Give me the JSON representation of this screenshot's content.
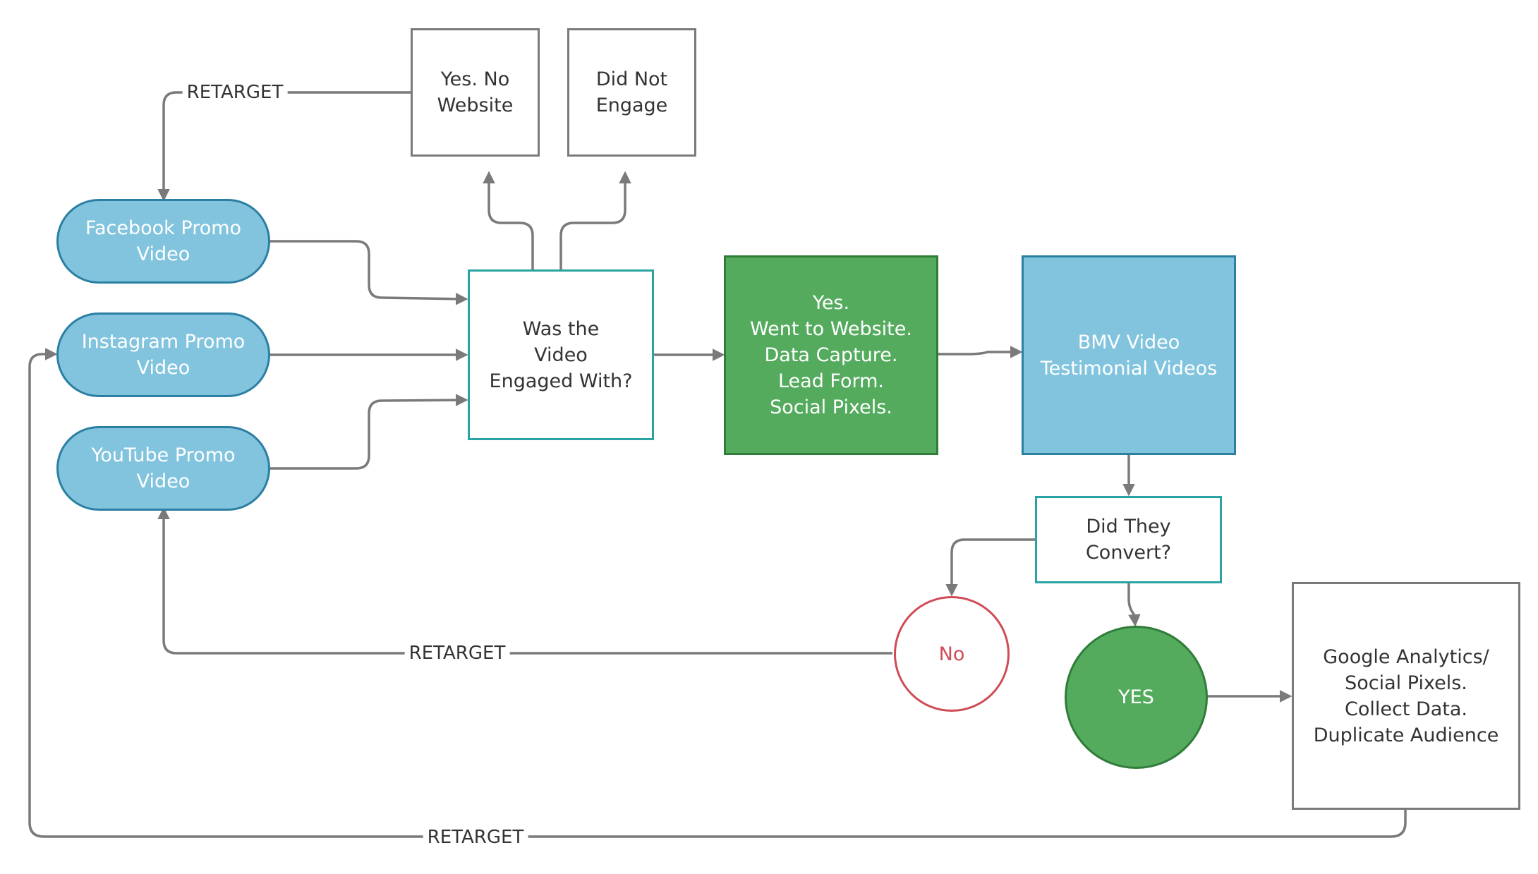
{
  "nodes": {
    "facebook": "Facebook Promo\nVideo",
    "instagram": "Instagram Promo\nVideo",
    "youtube": "YouTube Promo\nVideo",
    "yes_no_website": "Yes. No\nWebsite",
    "did_not_engage": "Did Not\nEngage",
    "engaged_question": "Was the\nVideo\nEngaged With?",
    "went_to_website": "Yes.\nWent to Website.\nData Capture.\nLead Form.\nSocial Pixels.",
    "testimonial": "BMV Video\nTestimonial Videos",
    "converted_question": "Did They\nConvert?",
    "no": "No",
    "yes": "YES",
    "analytics": "Google Analytics/\nSocial Pixels.\nCollect Data.\nDuplicate Audience"
  },
  "edge_labels": {
    "retarget_top": "RETARGET",
    "retarget_middle": "RETARGET",
    "retarget_bottom": "RETARGET"
  },
  "colors": {
    "connector": "#7a7a7a",
    "promo_fill": "#82c4de",
    "promo_border": "#2b7fa3",
    "decision_border": "#2aa3a3",
    "green_fill": "#54ab5e",
    "green_border": "#2f7d38",
    "no_border": "#cf4b55"
  }
}
